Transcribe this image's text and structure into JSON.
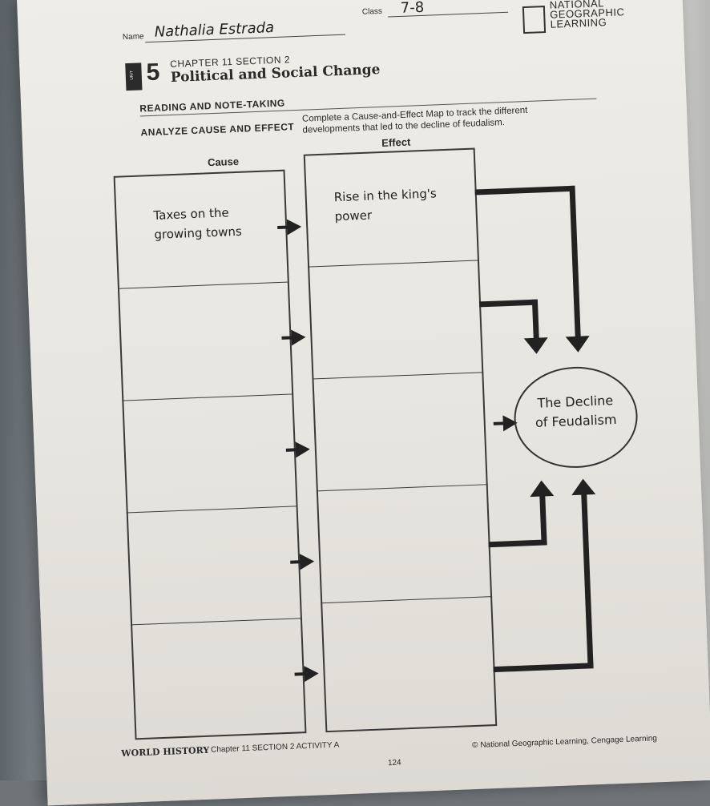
{
  "header": {
    "name_label": "Name",
    "name_value": "Nathalia Estrada",
    "class_label": "Class",
    "class_value": "7-8",
    "brand_line1": "NATIONAL",
    "brand_line2": "GEOGRAPHIC",
    "brand_line3": "LEARNING",
    "unit_label": "UNIT",
    "unit_number": "5",
    "chapter": "CHAPTER 11  SECTION 2",
    "title": "Political and Social Change"
  },
  "section": {
    "heading": "READING AND NOTE-TAKING",
    "skill": "ANALYZE CAUSE AND EFFECT",
    "instructions_line1": "Complete a Cause-and-Effect Map to track the different",
    "instructions_line2": "developments that led to the decline of feudalism."
  },
  "map": {
    "cause_header": "Cause",
    "effect_header": "Effect",
    "rows": [
      {
        "cause_line1": "Taxes on the",
        "cause_line2": "growing towns",
        "effect_line1": "Rise in the king's",
        "effect_line2": "power"
      },
      {
        "cause_line1": "",
        "cause_line2": "",
        "effect_line1": "",
        "effect_line2": ""
      },
      {
        "cause_line1": "",
        "cause_line2": "",
        "effect_line1": "",
        "effect_line2": ""
      },
      {
        "cause_line1": "",
        "cause_line2": "",
        "effect_line1": "",
        "effect_line2": ""
      },
      {
        "cause_line1": "",
        "cause_line2": "",
        "effect_line1": "",
        "effect_line2": ""
      }
    ],
    "result_line1": "The Decline",
    "result_line2": "of Feudalism"
  },
  "footer": {
    "book": "WORLD HISTORY",
    "activity": "Chapter 11  SECTION 2  ACTIVITY A",
    "page_number": "124",
    "copyright": "© National Geographic Learning, Cengage Learning"
  },
  "colors": {
    "paper": "#ebe9e3",
    "ink": "#222222"
  }
}
